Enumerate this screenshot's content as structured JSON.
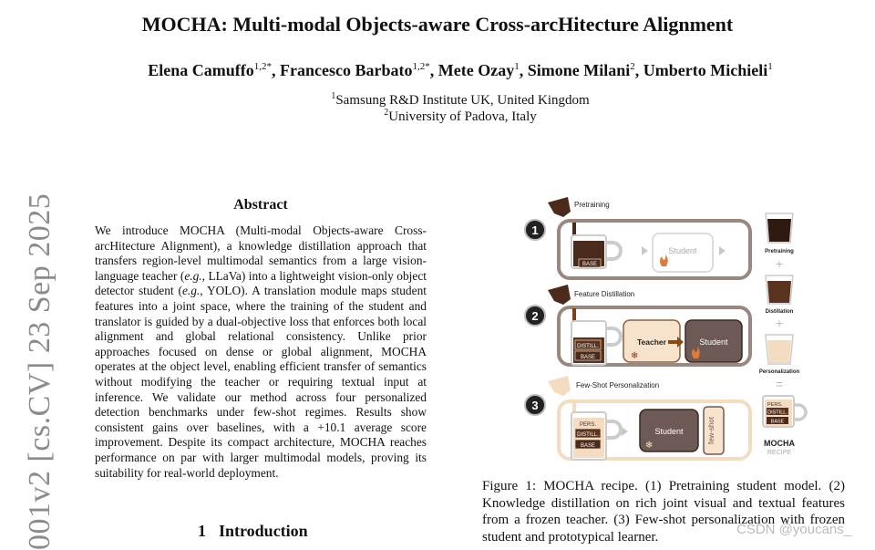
{
  "paper": {
    "title": "MOCHA: Multi-modal Objects-aware Cross-arcHitecture Alignment",
    "authors": [
      {
        "name": "Elena Camuffo",
        "sup": "1,2*"
      },
      {
        "name": "Francesco Barbato",
        "sup": "1,2*"
      },
      {
        "name": "Mete Ozay",
        "sup": "1"
      },
      {
        "name": "Simone Milani",
        "sup": "2"
      },
      {
        "name": "Umberto Michieli",
        "sup": "1"
      }
    ],
    "affiliations": [
      {
        "sup": "1",
        "text": "Samsung R&D Institute UK, United Kingdom"
      },
      {
        "sup": "2",
        "text": "University of Padova, Italy"
      }
    ],
    "arxiv_stamp": "001v2  [cs.CV]  23 Sep 2025"
  },
  "abstract": {
    "heading": "Abstract",
    "text_a": "We introduce MOCHA (Multi-modal Objects-aware Cross-arcHitecture Alignment), a knowledge distillation approach that transfers region-level multimodal semantics from a large vision-language teacher (",
    "eg1": "e.g.",
    "text_b": ", LLaVa) into a lightweight vision-only object detector student (",
    "eg2": "e.g.",
    "text_c": ", YOLO). A translation module maps student features into a joint space, where the training of the student and translator is guided by a dual-objective loss that enforces both local alignment and global relational consistency. Unlike prior approaches focused on dense or global alignment, MOCHA operates at the object level, enabling efficient transfer of semantics without modifying the teacher or requiring textual input at inference. We validate our method across four personalized detection benchmarks under few-shot regimes. Results show consistent gains over baselines, with a +10.1 average score improvement. Despite its compact architecture, MOCHA reaches performance on par with larger multimodal models, proving its suitability for real-world deployment."
  },
  "section": {
    "number": "1",
    "title": "Introduction"
  },
  "figure": {
    "steps": [
      {
        "num": "1",
        "label": "Pretraining",
        "cup": [
          "BASE"
        ]
      },
      {
        "num": "2",
        "label": "Feature Distillation",
        "cup": [
          "DISTILL.",
          "BASE"
        ]
      },
      {
        "num": "3",
        "label": "Few-Shot Personalization",
        "cup": [
          "PERS.",
          "DISTILL.",
          "BASE"
        ]
      }
    ],
    "student": "Student",
    "teacher": "Teacher",
    "fewshot": "few-shot",
    "recipe_labels": [
      "Pretraining",
      "Distillation",
      "Personalization"
    ],
    "plus": "+",
    "equals": "=",
    "final_cup": [
      "PERS.",
      "DISTILL.",
      "BASE"
    ],
    "brand": "MOCHA",
    "brand_sub": "RECIPE",
    "colors": {
      "coffee": "#4a2a1a",
      "milk": "#f3dcc0",
      "frame": "#9a8880",
      "student_fill": "#6d5a54",
      "teacher_fill": "#f7e3cc",
      "arrow": "#c8c8c8"
    }
  },
  "caption": "Figure 1: MOCHA recipe. (1) Pretraining student model. (2) Knowledge distillation on rich joint visual and textual features from a frozen teacher. (3) Few-shot personalization with frozen student and prototypical learner.",
  "watermark": "CSDN @youcans_"
}
